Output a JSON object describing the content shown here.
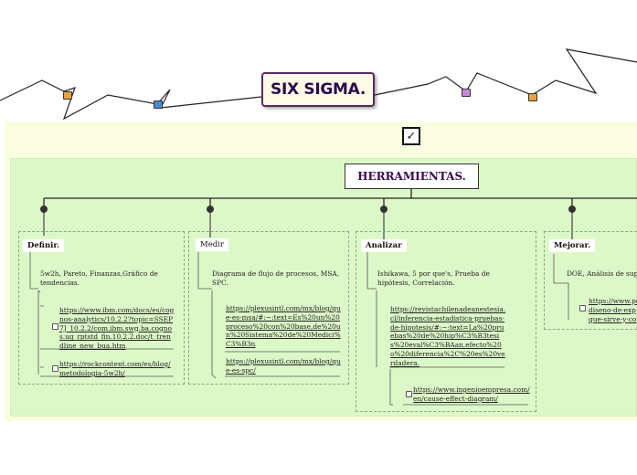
{
  "diagram": {
    "root_title": "SIX SIGMA.",
    "checkbox_mark": "✓",
    "tools_title": "HERRAMIENTAS.",
    "branches": [
      {
        "title": "Definir.",
        "bold": true,
        "note": "5w2h, Pareto, Finanzas,Gráfico de tendencias.",
        "links": [
          "https://www.ibm.com/docs/es/cognos-analytics/10.2.2?topic=SSEP7J_10.2.2/com.ibm.swg.ba.cognos.ug_rptstd_fin.10.2.2.doc/t_trendline_new_bua.htm",
          "https://rockcontent.com/es/blog/metodologia-5w2h/"
        ]
      },
      {
        "title": "Medir",
        "bold": false,
        "note": "Diagrama de flujo de procesos, MSA, SPC.",
        "links": [
          "https://plexusintl.com/mx/blog/que-es-msa/#:~:text=Es%20un%20proceso%20con%20base,de%20un%20Sistema%20de%20Medici%C3%B3n",
          "https://plexusintl.com/mx/blog/que-es-spc/"
        ]
      },
      {
        "title": "Analizar",
        "bold": true,
        "note": "Ishikawa, 5 por que's, Prueba de hipótesis, Correlación.",
        "links": [
          "https://revistachilenadeanestesia.cl/inferencia-estadistica-pruebas-de-hipotesis/#:~:text=La%20pruebas%20de%20hip%C3%B3tesis%20eval%C3%BAan,efecto%20o%20diferencia%2C%20es%20verdadera.",
          "https://www.ingenioempresa.com/en/cause-effect-diagram/"
        ]
      },
      {
        "title": "Mejorar.",
        "bold": true,
        "note": "DOE, Análisis de supe",
        "links": [
          "https://www.po diseno-de-exp que-sirve-y-co"
        ]
      }
    ]
  },
  "colors": {
    "yellow_band": "#fbfde0",
    "green_panel": "#ddf8c8",
    "root_border": "#5a2a5e",
    "title_text": "#3a0a52"
  }
}
